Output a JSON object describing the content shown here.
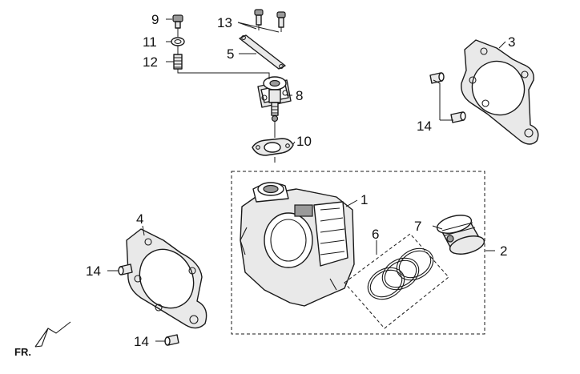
{
  "callouts": {
    "n1": "1",
    "n2": "2",
    "n3": "3",
    "n4": "4",
    "n5": "5",
    "n6": "6",
    "n7": "7",
    "n8": "8",
    "n9": "9",
    "n10": "10",
    "n11": "11",
    "n12": "12",
    "n13": "13",
    "n14_a": "14",
    "n14_b": "14",
    "n14_c": "14"
  },
  "orientation": {
    "front_label": "FR."
  }
}
